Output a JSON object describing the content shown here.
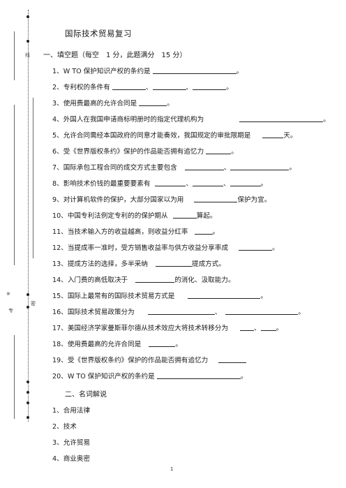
{
  "margin": {
    "char1": "线",
    "char2": "※",
    "char3": "专",
    "char4": "密"
  },
  "title": "国际技术贸易复习",
  "section1": "一、填空题（每空　1 分，此题满分　15 分）",
  "questions": [
    {
      "num": "1、",
      "a": "W TO  保护知识产权的条约是",
      "b": "。",
      "c": "",
      "d": "",
      "e": ""
    },
    {
      "num": "2、",
      "a": "专利权的条件有",
      "b": "、",
      "c": "、",
      "d": "。",
      "e": ""
    },
    {
      "num": "3、",
      "a": "使用费最高的允许合同是",
      "b": "。",
      "c": "",
      "d": "",
      "e": ""
    },
    {
      "num": "4、",
      "a": "外国人在我国申请商标明册时的指定代理机构为",
      "b": "。",
      "c": "",
      "d": "",
      "e": ""
    },
    {
      "num": "5、",
      "a": "允许合同需经本国政府的同意才能奏效，我国规定的审批限期是",
      "b": "天。",
      "c": "",
      "d": "",
      "e": ""
    },
    {
      "num": "6、",
      "a": "受《世界版权条约》保护的作品能否拥有追忆力",
      "b": "。",
      "c": "",
      "d": "",
      "e": ""
    },
    {
      "num": "7、",
      "a": "国际承包工程合同的成交方式主要包含",
      "b": "、",
      "c": "。",
      "d": "",
      "e": ""
    },
    {
      "num": "8、",
      "a": "影响技术价钱的最重要要素有",
      "b": "、",
      "c": "、",
      "d": "。",
      "e": ""
    },
    {
      "num": "9、",
      "a": "对计算机软件的保护，大部分国家以为用",
      "b": "保护为宜。",
      "c": "",
      "d": "",
      "e": ""
    },
    {
      "num": "10、",
      "a": "中国专利法例定专利的的保护期从",
      "b": "算起。",
      "c": "",
      "d": "",
      "e": ""
    },
    {
      "num": "11、",
      "a": "当技术输入方的收益越高，则收益分红率",
      "b": "。",
      "c": "",
      "d": "",
      "e": ""
    },
    {
      "num": "12、",
      "a": "当提成率一准时，受方销售收益率与供方收益分享率成",
      "b": "。",
      "c": "",
      "d": "",
      "e": ""
    },
    {
      "num": "13、",
      "a": "提成方法的选择，多半采纳",
      "b": "提成方式。",
      "c": "",
      "d": "",
      "e": ""
    },
    {
      "num": "14、",
      "a": "入门费的高低取决于",
      "b": "的消化、汲取能力。",
      "c": "",
      "d": "",
      "e": ""
    },
    {
      "num": "15、",
      "a": "国际上最常有的国际技术贸易方式是",
      "b": "。",
      "c": "",
      "d": "",
      "e": ""
    },
    {
      "num": "16、",
      "a": "国际技术贸易政策分为",
      "b": "、",
      "c": "。",
      "d": "",
      "e": ""
    },
    {
      "num": "17、",
      "a": "美国经济学家曼斯菲尔德从技术效应大将技术转移分为",
      "b": "、",
      "c": "。",
      "d": "",
      "e": ""
    },
    {
      "num": "18、",
      "a": "使用费最高的允许合同是",
      "b": "。",
      "c": "",
      "d": "",
      "e": ""
    },
    {
      "num": "19、",
      "a": "受《世界版权条约》保护的作品能否拥有追忆力",
      "b": "",
      "c": "",
      "d": "",
      "e": ""
    },
    {
      "num": "20、",
      "a": "W TO  保护知识产权的条约是",
      "b": "。",
      "c": "",
      "d": "",
      "e": ""
    }
  ],
  "section2": "二、名词解说",
  "terms": [
    "1、合用法律",
    "2、技术",
    "3、允许贸易",
    "4、商业奥密"
  ],
  "page_number": "1"
}
